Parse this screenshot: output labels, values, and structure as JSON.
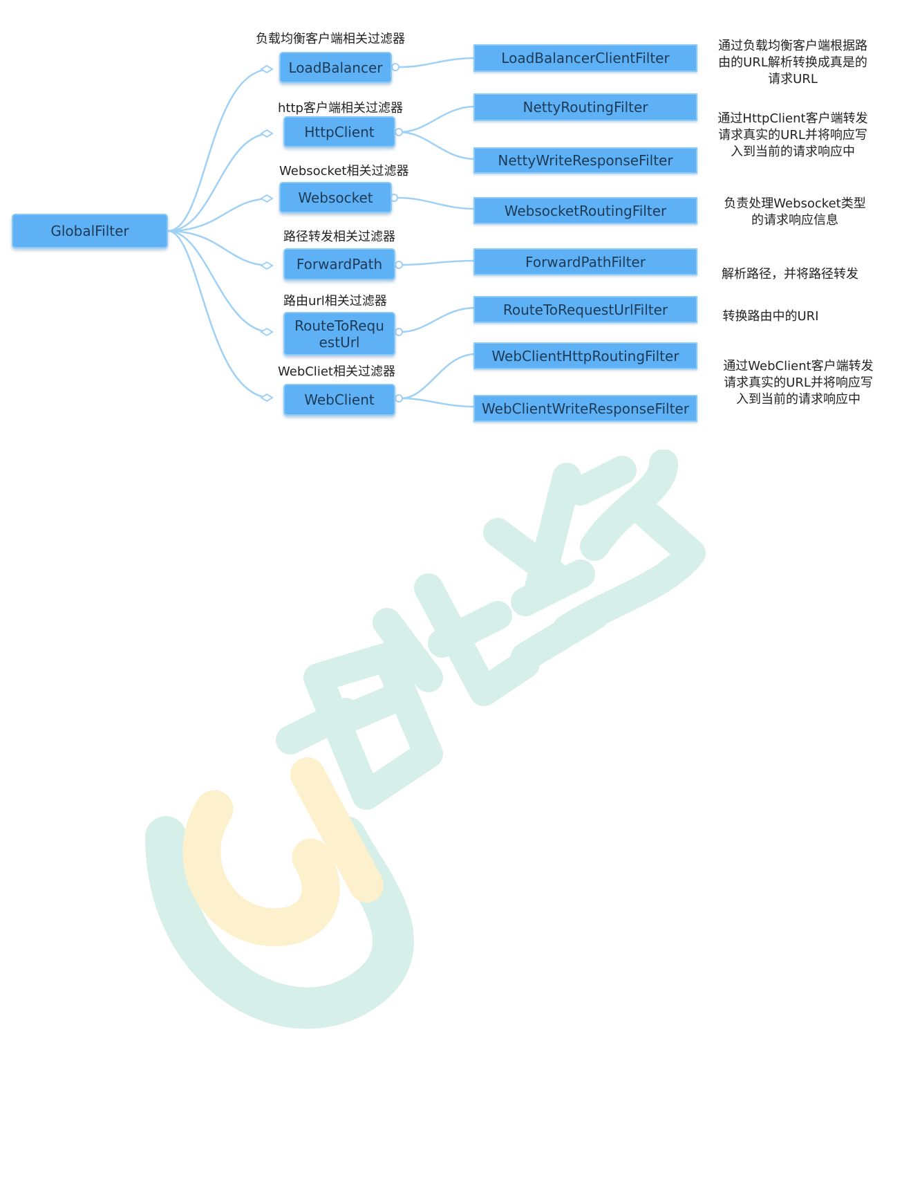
{
  "root": {
    "label": "GlobalFilter"
  },
  "groups": [
    {
      "caption": "负载均衡客户端相关过滤器",
      "node": "LoadBalancer",
      "filters": [
        "LoadBalancerClientFilter"
      ],
      "description": [
        "通过负载均衡客户端根据路",
        "由的URL解析转换成真是的",
        "请求URL"
      ]
    },
    {
      "caption": "http客户端相关过滤器",
      "node": "HttpClient",
      "filters": [
        "NettyRoutingFilter",
        "NettyWriteResponseFilter"
      ],
      "description": [
        "通过HttpClient客户端转发",
        "请求真实的URL并将响应写",
        "入到当前的请求响应中"
      ]
    },
    {
      "caption": "Websocket相关过滤器",
      "node": "Websocket",
      "filters": [
        "WebsocketRoutingFilter"
      ],
      "description": [
        "负责处理Websocket类型",
        "的请求响应信息"
      ]
    },
    {
      "caption": "路径转发相关过滤器",
      "node": "ForwardPath",
      "filters": [
        "ForwardPathFilter"
      ],
      "description": [
        "解析路径，并将路径转发"
      ]
    },
    {
      "caption": "路由url相关过滤器",
      "node": "RouteToRequestUrl",
      "node_lines": [
        "RouteToRequ",
        "estUrl"
      ],
      "filters": [
        "RouteToRequestUrlFilter"
      ],
      "description": [
        "转换路由中的URI"
      ]
    },
    {
      "caption": "WebCliet相关过滤器",
      "node": "WebClient",
      "filters": [
        "WebClientHttpRoutingFilter",
        "WebClientWriteResponseFilter"
      ],
      "description": [
        "通过WebClient客户端转发",
        "请求真实的URL并将响应写",
        "入到当前的请求响应中"
      ]
    }
  ],
  "colors": {
    "node_fill": "#5eb1f4",
    "node_border": "#8ccaf8",
    "connector": "#9fd0f6",
    "watermark_teal": "#d6efe8",
    "watermark_yellow": "#fdf0cc"
  },
  "watermark": {
    "type": "logo",
    "text": "尚硅谷"
  }
}
